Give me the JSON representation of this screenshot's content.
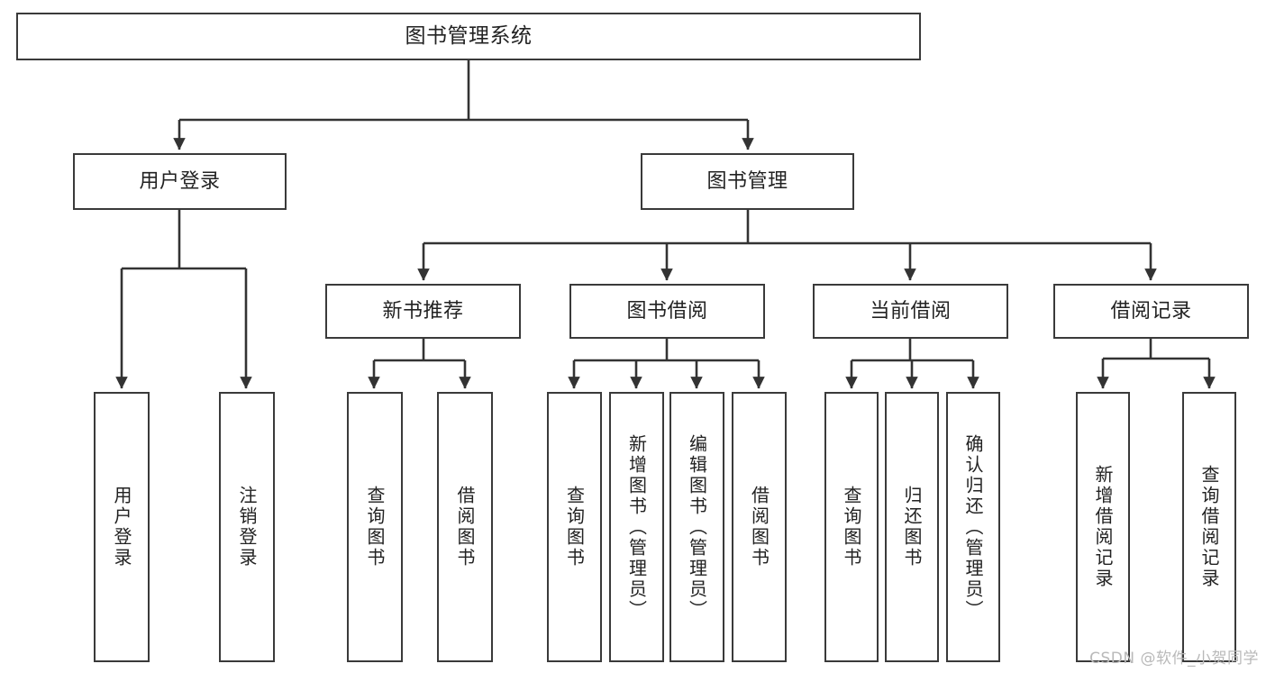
{
  "diagram": {
    "title": "图书管理系统",
    "type": "tree",
    "orientation": "top-down",
    "watermark": "CSDN @软件_小贺同学",
    "colors": {
      "node_border": "#3a3a3a",
      "node_fill": "#ffffff",
      "edge": "#333333",
      "text": "#222222",
      "watermark": "#b9b9b9",
      "background": "#ffffff"
    },
    "nodes": {
      "root": {
        "label": "图书管理系统",
        "level": 1
      },
      "level2": [
        {
          "id": "user-login",
          "label": "用户登录"
        },
        {
          "id": "book-manage",
          "label": "图书管理"
        }
      ],
      "level3": [
        {
          "id": "new-book-recommend",
          "label": "新书推荐",
          "parent": "book-manage"
        },
        {
          "id": "book-borrow",
          "label": "图书借阅",
          "parent": "book-manage"
        },
        {
          "id": "current-borrow",
          "label": "当前借阅",
          "parent": "book-manage"
        },
        {
          "id": "borrow-record",
          "label": "借阅记录",
          "parent": "book-manage"
        }
      ],
      "leaves": [
        {
          "id": "leaf-user-login",
          "label": "用户登录",
          "parent": "user-login"
        },
        {
          "id": "leaf-logout-login",
          "label": "注销登录",
          "parent": "user-login"
        },
        {
          "id": "leaf-query-book-1",
          "label": "查询图书",
          "parent": "new-book-recommend"
        },
        {
          "id": "leaf-borrow-book-1",
          "label": "借阅图书",
          "parent": "new-book-recommend"
        },
        {
          "id": "leaf-query-book-2",
          "label": "查询图书",
          "parent": "book-borrow"
        },
        {
          "id": "leaf-add-book",
          "label": "新增图书（管理员）",
          "parent": "book-borrow"
        },
        {
          "id": "leaf-edit-book",
          "label": "编辑图书（管理员）",
          "parent": "book-borrow"
        },
        {
          "id": "leaf-borrow-book-2",
          "label": "借阅图书",
          "parent": "book-borrow"
        },
        {
          "id": "leaf-query-book-3",
          "label": "查询图书",
          "parent": "current-borrow"
        },
        {
          "id": "leaf-return-book",
          "label": "归还图书",
          "parent": "current-borrow"
        },
        {
          "id": "leaf-confirm-return",
          "label": "确认归还（管理员）",
          "parent": "current-borrow"
        },
        {
          "id": "leaf-add-record",
          "label": "新增借阅记录",
          "parent": "borrow-record"
        },
        {
          "id": "leaf-query-record",
          "label": "查询借阅记录",
          "parent": "borrow-record"
        }
      ]
    }
  }
}
